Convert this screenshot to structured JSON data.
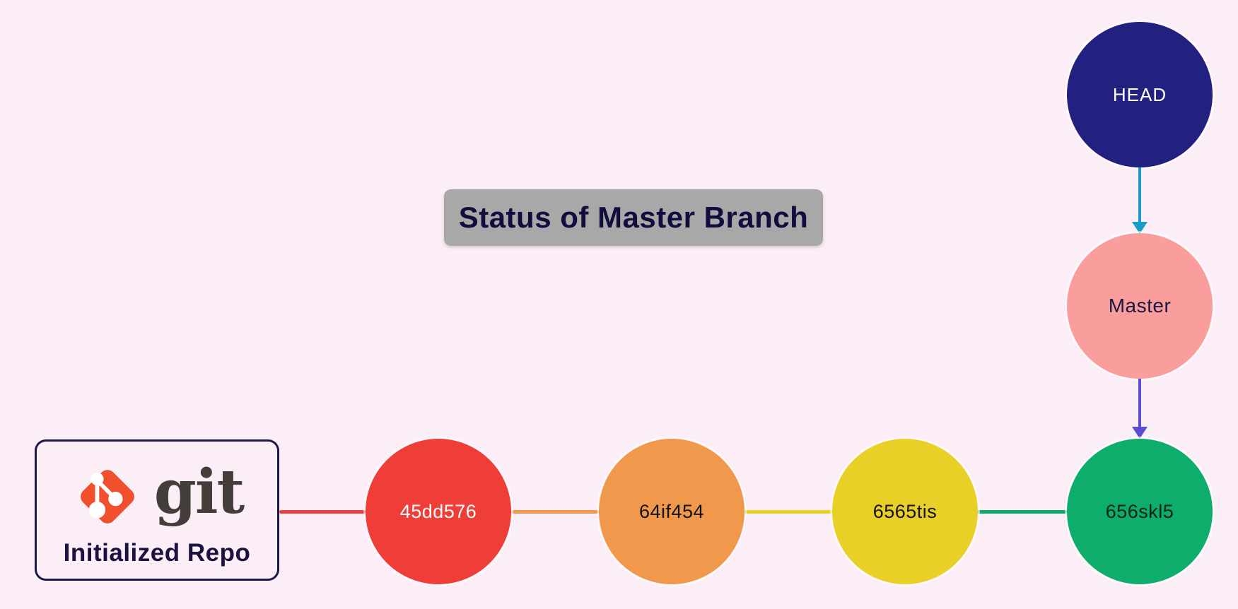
{
  "title": {
    "text": "Status of Master Branch"
  },
  "repo_box": {
    "logo_text": "git",
    "label": "Initialized Repo"
  },
  "pointers": [
    {
      "id": "head",
      "label": "HEAD",
      "color": "#232180",
      "text_color": "#ffffff"
    },
    {
      "id": "master",
      "label": "Master",
      "color": "#f99e9c",
      "text_color": "#1b1741"
    }
  ],
  "commits": [
    {
      "label": "45dd576",
      "color": "#ef3e37",
      "text_color": "#ffffff"
    },
    {
      "label": "64if454",
      "color": "#f0984c",
      "text_color": "#131313"
    },
    {
      "label": "6565tis",
      "color": "#e9d026",
      "text_color": "#131313"
    },
    {
      "label": "656skl5",
      "color": "#0fad6c",
      "text_color": "#0a2413"
    }
  ],
  "connectors": [
    {
      "from": "repo-box",
      "to": "45dd576",
      "color": "#e84340"
    },
    {
      "from": "45dd576",
      "to": "64if454",
      "color": "#f0994e"
    },
    {
      "from": "64if454",
      "to": "6565tis",
      "color": "#e9d026"
    },
    {
      "from": "6565tis",
      "to": "656skl5",
      "color": "#10a96a"
    }
  ],
  "arrows": [
    {
      "from": "HEAD",
      "to": "Master",
      "color": "#189ec6",
      "direction": "down"
    },
    {
      "from": "Master",
      "to": "656skl5",
      "color": "#5a4fd0",
      "direction": "down"
    }
  ],
  "colors": {
    "background": "#fceef6",
    "title_bg": "#a9a8a8",
    "title_text": "#110e3d",
    "head_arrow": "#189ec6",
    "master_arrow": "#5a4fd0",
    "box_border": "#1b1947",
    "git_logo_orange": "#f1502f",
    "git_wordmark": "#433e39",
    "repo_label": "#1b123f"
  }
}
